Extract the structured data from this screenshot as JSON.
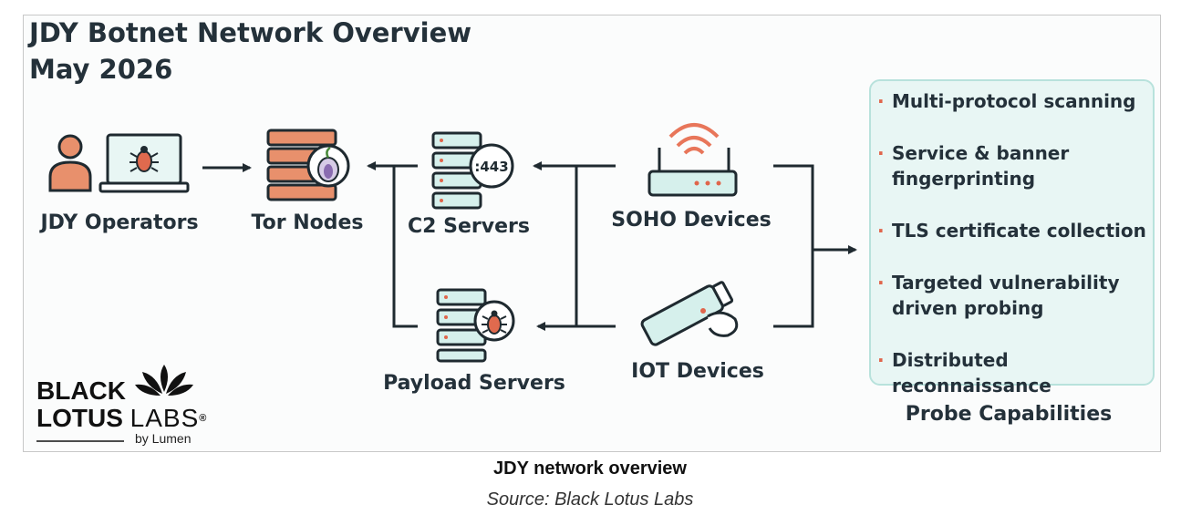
{
  "diagram": {
    "title_line1": "JDY Botnet Network Overview",
    "title_line2": "May 2026",
    "nodes": {
      "operators": "JDY Operators",
      "tor": "Tor Nodes",
      "c2": "C2 Servers",
      "payload": "Payload Servers",
      "soho": "SOHO Devices",
      "iot": "IOT Devices"
    },
    "c2_port": ":443",
    "capabilities_title": "Probe Capabilities",
    "capabilities": [
      "Multi-protocol scanning",
      "Service & banner",
      "fingerprinting",
      "TLS certificate collection",
      "Targeted vulnerability",
      "driven probing",
      "Distributed reconnaissance"
    ],
    "logo": {
      "line1": "BLACK",
      "line2a": "LOTUS",
      "line2b": "LABS",
      "registered": "®",
      "byline": "by Lumen"
    },
    "colors": {
      "accent_orange": "#e0654b",
      "teal_light": "#d6f0ec",
      "teal_border": "#b8e2dc",
      "dark": "#1f2a30"
    }
  },
  "caption": {
    "title": "JDY network overview",
    "source": "Source: Black Lotus Labs"
  }
}
